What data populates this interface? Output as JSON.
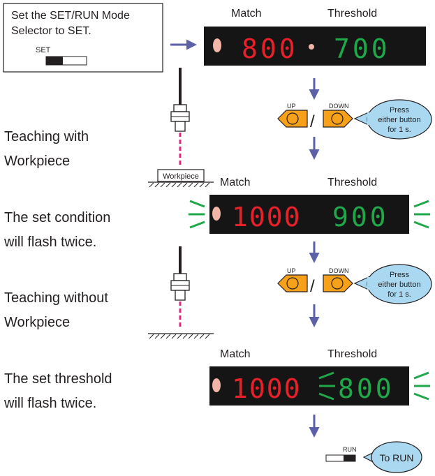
{
  "instruction_box": {
    "line1": "Set the SET/RUN Mode",
    "line2": "Selector to SET.",
    "switch_label": "SET"
  },
  "displays": [
    {
      "match_label": "Match",
      "threshold_label": "Threshold",
      "match_value": "800",
      "threshold_value": "700"
    },
    {
      "match_label": "Match",
      "threshold_label": "Threshold",
      "match_value": "1000",
      "threshold_value": "900"
    },
    {
      "match_label": "Match",
      "threshold_label": "Threshold",
      "match_value": "1000",
      "threshold_value": "800"
    }
  ],
  "buttons": [
    {
      "up_label": "UP",
      "down_label": "DOWN",
      "separator": "/",
      "callout": [
        "Press",
        "either button",
        "for 1 s."
      ]
    },
    {
      "up_label": "UP",
      "down_label": "DOWN",
      "separator": "/",
      "callout": [
        "Press",
        "either button",
        "for 1 s."
      ]
    }
  ],
  "left_text": {
    "teach_with": [
      "Teaching with",
      "Workpiece"
    ],
    "flash_condition": [
      "The set condition",
      "will flash twice."
    ],
    "teach_without": [
      "Teaching without",
      "Workpiece"
    ],
    "flash_threshold": [
      "The set threshold",
      "will flash twice."
    ]
  },
  "workpiece_label": "Workpiece",
  "run": {
    "switch_label": "RUN",
    "callout": "To RUN"
  },
  "colors": {
    "display_bg": "#151515",
    "match_red": "#e8202a",
    "threshold_green": "#1fa84a",
    "indicator": "#f2b5a8",
    "arrow_blue": "#5b60a8",
    "button_orange": "#f7a11a",
    "callout_blue": "#a9d8f0",
    "sensor_pink": "#e2287c"
  }
}
